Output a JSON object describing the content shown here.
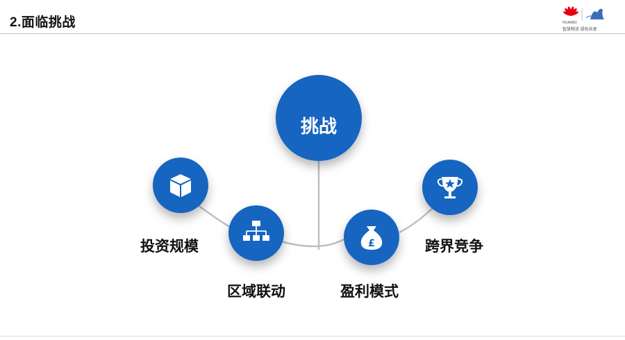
{
  "header": {
    "title": "2.面临挑战",
    "logo_brand": "HUAWEI",
    "logo_slogan": "智慧物流 绿色共享"
  },
  "diagram": {
    "center": "挑战",
    "items": [
      {
        "label": "投资规模",
        "icon": "cube-icon"
      },
      {
        "label": "区域联动",
        "icon": "org-chart-icon"
      },
      {
        "label": "盈利模式",
        "icon": "money-bag-icon"
      },
      {
        "label": "跨界竞争",
        "icon": "trophy-icon"
      }
    ]
  },
  "colors": {
    "node_blue": "#1565c0",
    "connector": "#bfbfbf",
    "brand_red": "#e60012"
  }
}
